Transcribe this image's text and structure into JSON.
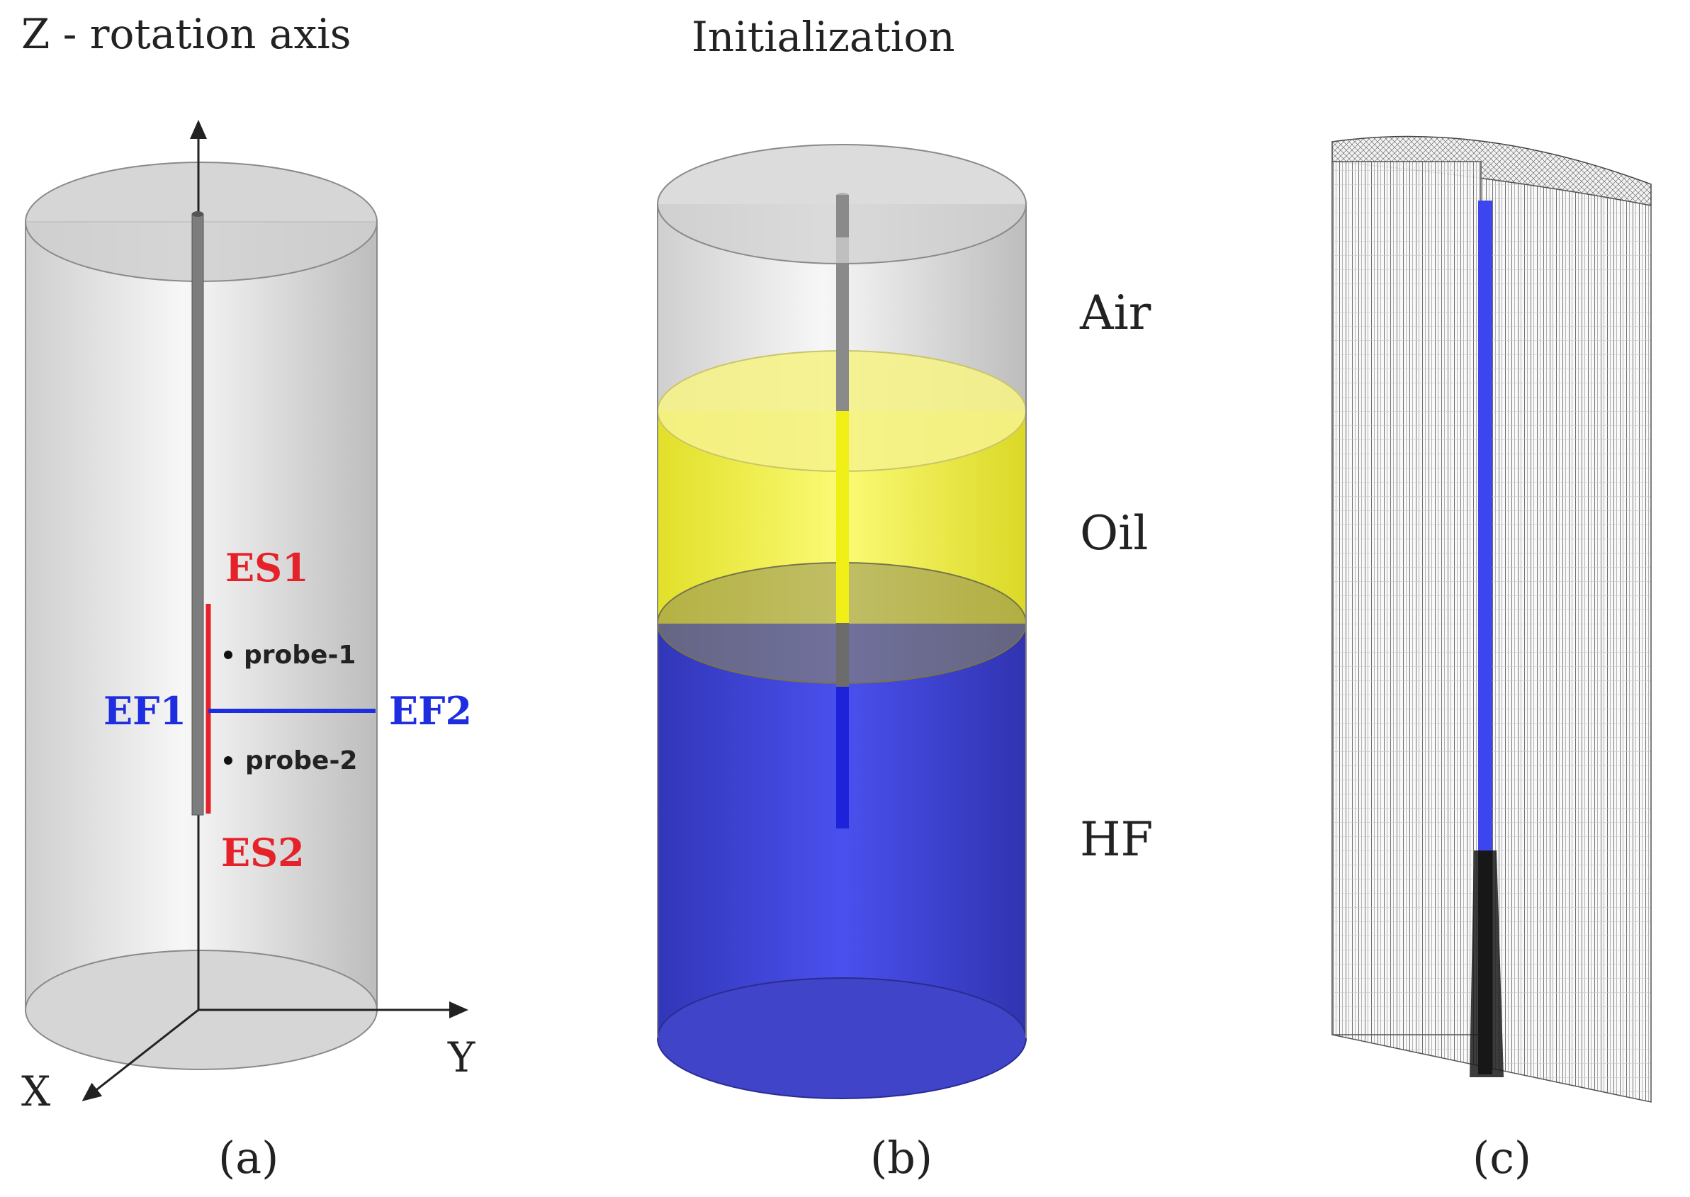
{
  "panel_a": {
    "title": "Z - rotation axis",
    "caption": "(a)",
    "labels": {
      "es1": "ES1",
      "es2": "ES2",
      "ef1": "EF1",
      "ef2": "EF2",
      "probe1": "probe-1",
      "probe2": "probe-2",
      "axis_y": "Y",
      "axis_x": "X"
    }
  },
  "panel_b": {
    "title": "Initialization",
    "caption": "(b)",
    "layers": {
      "air": "Air",
      "oil": "Oil",
      "hf": "HF"
    }
  },
  "panel_c": {
    "caption": "(c)"
  },
  "colors": {
    "red": "#e5222a",
    "blue": "#1f2de0",
    "oil": "#f3f22c",
    "hf": "#3c40d9",
    "glass": "#d9d9d9",
    "rod": "#808080",
    "mesh_electrode": "#3c45ee"
  }
}
